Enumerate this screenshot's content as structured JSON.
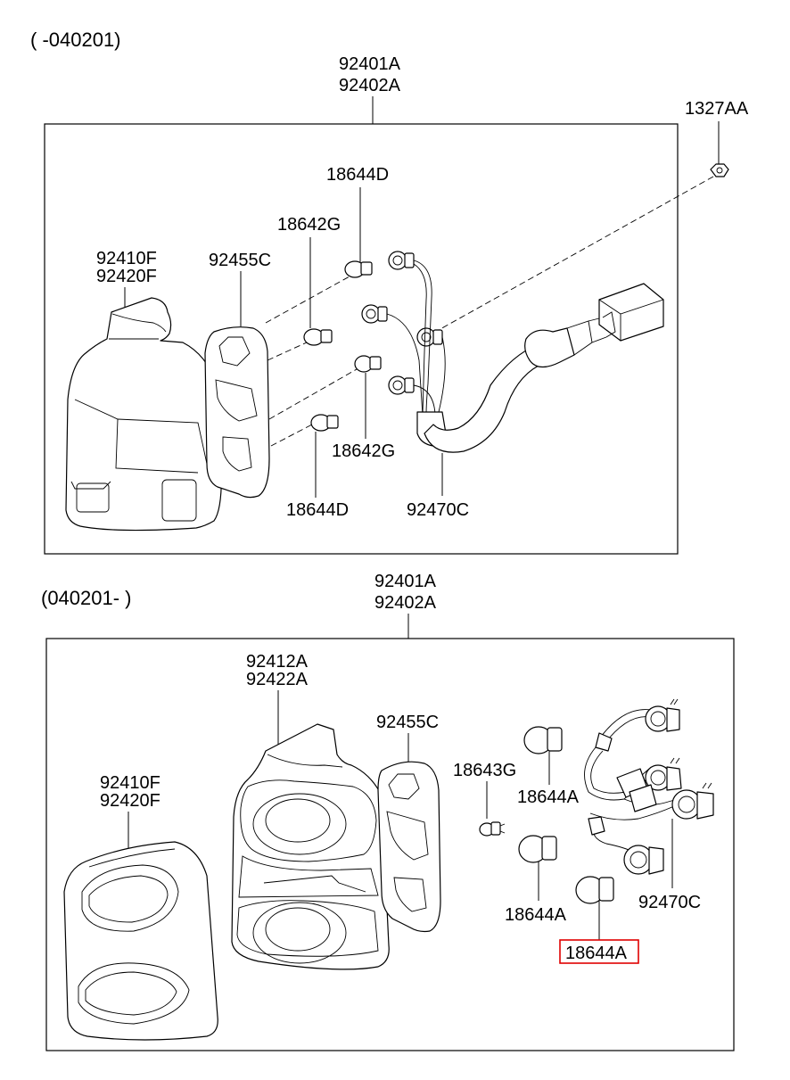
{
  "sections": {
    "top": {
      "range": "( -040201)"
    },
    "bottom": {
      "range": "(040201- )"
    }
  },
  "labels": {
    "top_assembly_1": "92401A",
    "top_assembly_2": "92402A",
    "top_nut": "1327AA",
    "top_bulb_d_upper": "18644D",
    "top_bulb_g_upper": "18642G",
    "top_lens_1": "92410F",
    "top_lens_2": "92420F",
    "top_gasket": "92455C",
    "top_bulb_g_lower": "18642G",
    "top_bulb_d_lower": "18644D",
    "top_harness": "92470C",
    "bot_assembly_1": "92401A",
    "bot_assembly_2": "92402A",
    "bot_housing_1": "92412A",
    "bot_housing_2": "92422A",
    "bot_gasket": "92455C",
    "bot_bulb_g": "18643G",
    "bot_bulb_a_upper": "18644A",
    "bot_lens_1": "92410F",
    "bot_lens_2": "92420F",
    "bot_bulb_a_lower": "18644A",
    "bot_harness": "92470C",
    "bot_bulb_a_highlighted": "18644A"
  },
  "colors": {
    "line": "#000000",
    "highlight": "#e00000",
    "background": "#ffffff"
  }
}
